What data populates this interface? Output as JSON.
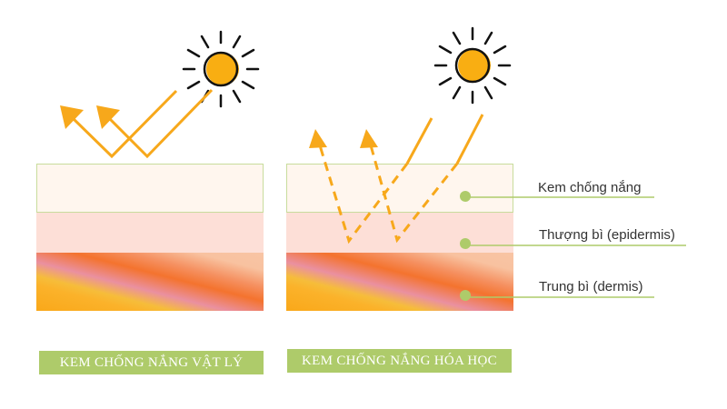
{
  "layers": {
    "sunscreen": "Kem chống nắng",
    "epidermis": "Thượng bì (epidermis)",
    "dermis": "Trung bì (dermis)"
  },
  "captions": {
    "physical": "KEM CHỐNG NẮNG VẬT LÝ",
    "chemical": "KEM CHỐNG NẮNG HÓA HỌC"
  },
  "colors": {
    "ray": "#f7a81b",
    "sun": "#f9ae12",
    "accent_green": "#aecb6a",
    "sunscreen_layer": "#fff6ee",
    "epidermis_layer": "#fddfd7"
  }
}
